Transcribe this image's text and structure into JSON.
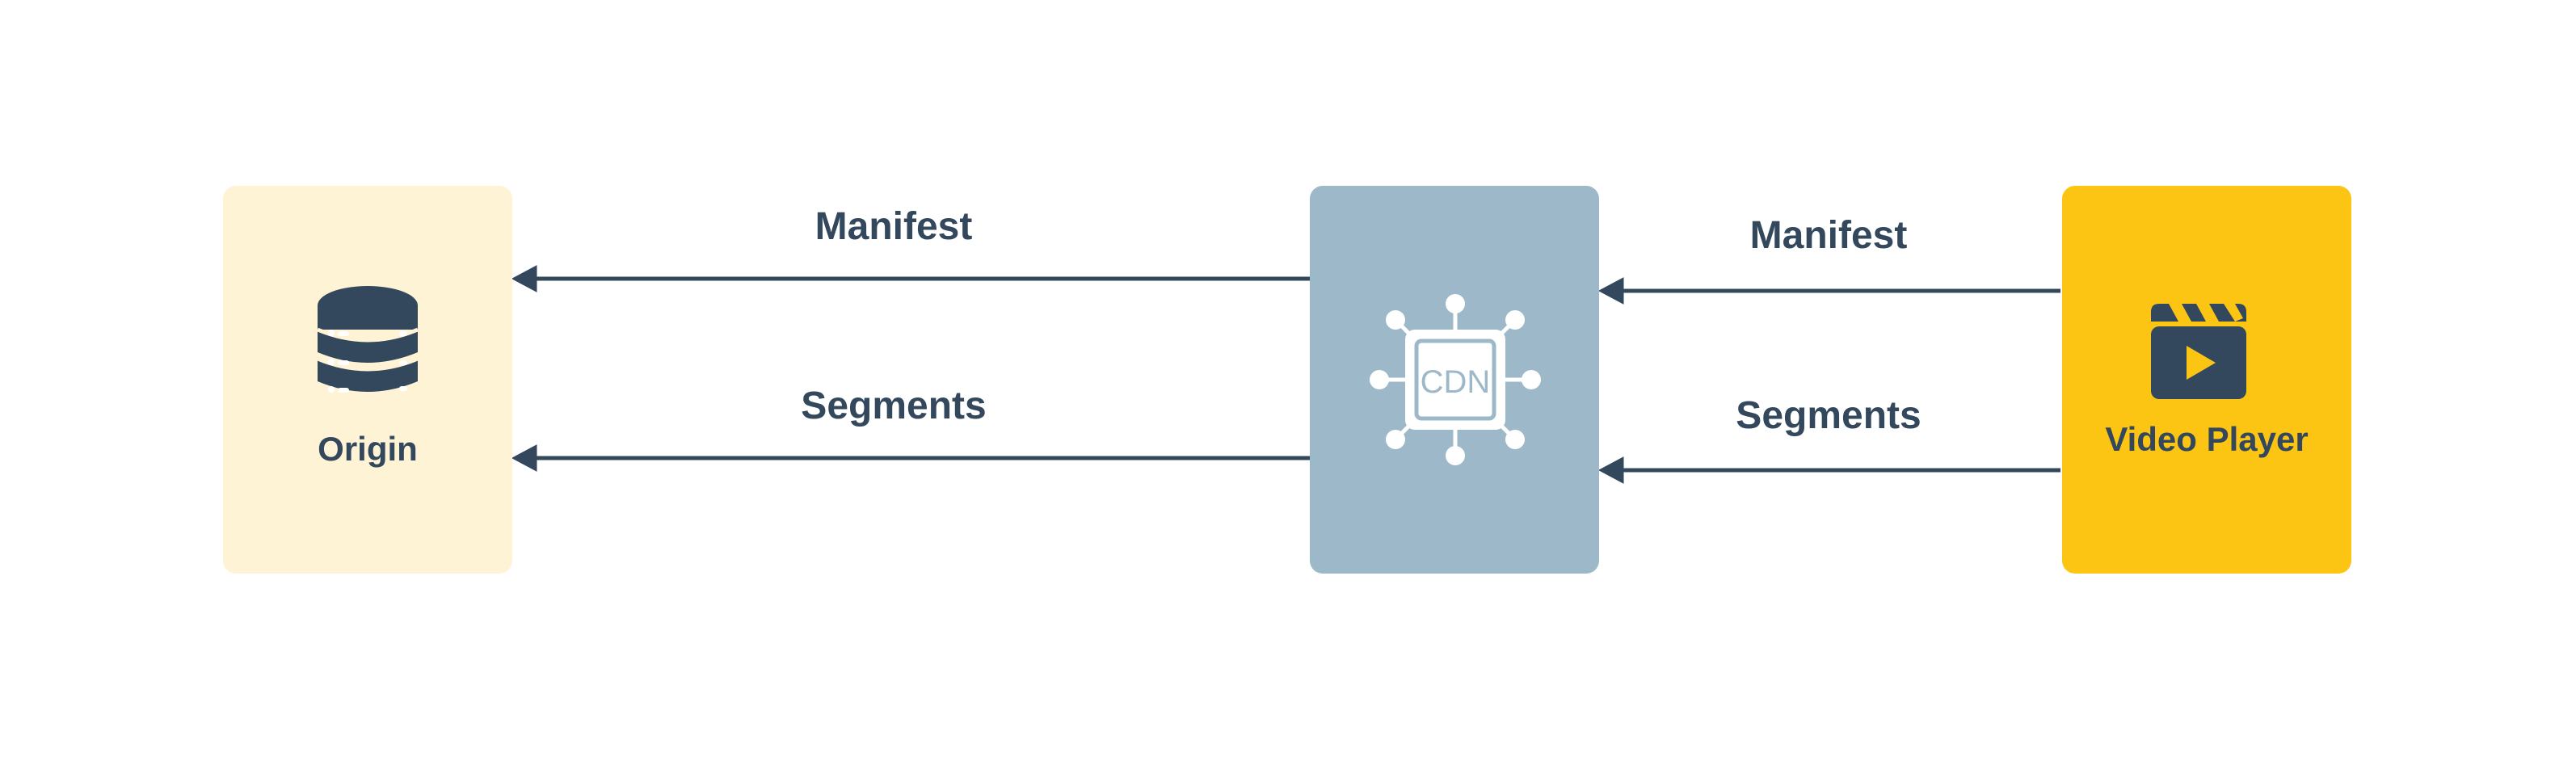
{
  "colors": {
    "ink": "#33485d",
    "origin_fill": "#fff3d5",
    "cdn_fill": "#9db8c8",
    "player_fill": "#fdc513",
    "white": "#ffffff"
  },
  "nodes": {
    "origin": {
      "label": "Origin",
      "icon": "database-icon"
    },
    "cdn": {
      "label": "CDN",
      "icon": "network-chip-icon"
    },
    "player": {
      "label": "Video Player",
      "icon": "clapperboard-play-icon"
    }
  },
  "edges": {
    "cdn_to_origin_manifest": "Manifest",
    "cdn_to_origin_segments": "Segments",
    "player_to_cdn_manifest": "Manifest",
    "player_to_cdn_segments": "Segments"
  }
}
